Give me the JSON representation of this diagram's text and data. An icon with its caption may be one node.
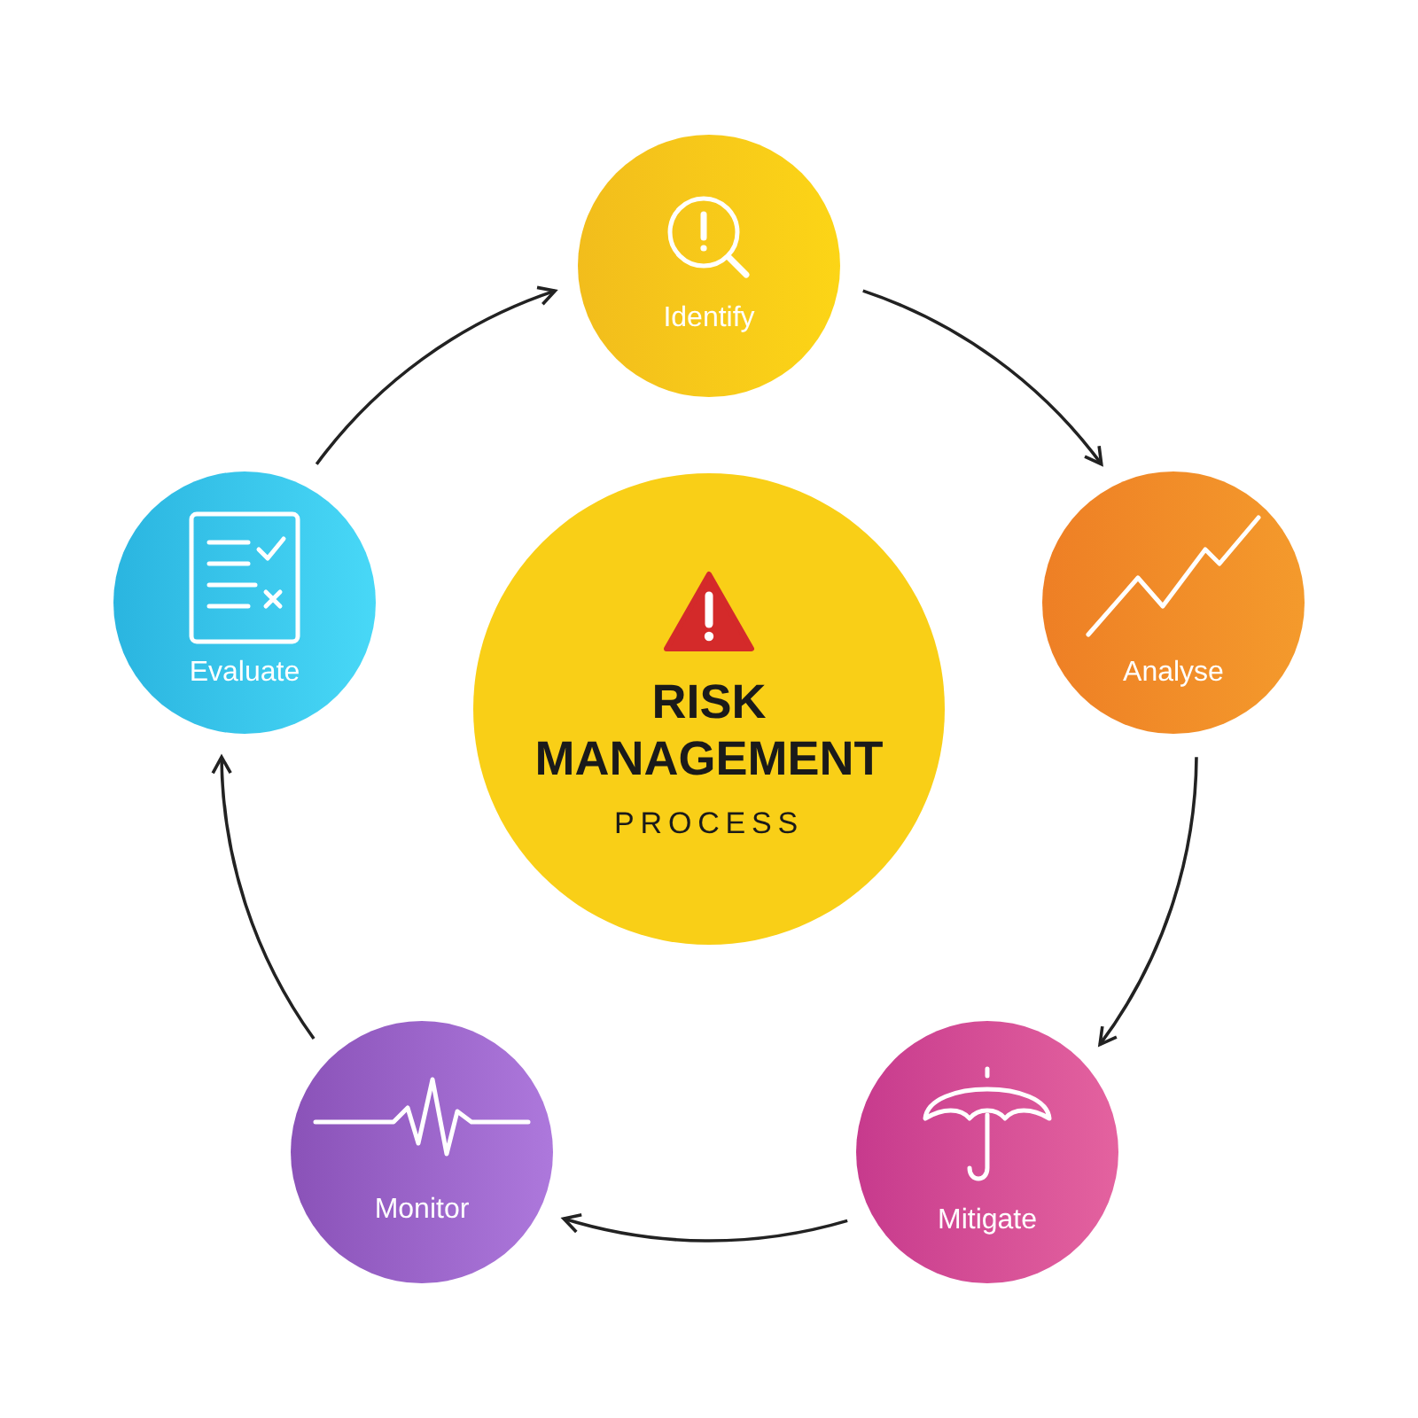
{
  "diagram": {
    "nodes": [
      {
        "text": [
          "RISK MANAGEMENT",
          "PROCESS"
        ]
      },
      {
        "text": [
          "Identify"
        ]
      },
      {
        "text": [
          "Analyse"
        ]
      },
      {
        "text": [
          "Mitigate"
        ]
      },
      {
        "text": [
          "Monitor"
        ]
      },
      {
        "text": [
          "Evaluate"
        ]
      }
    ],
    "edges": [
      {
        "from": 1,
        "to": 2,
        "arrow": "to"
      },
      {
        "from": 2,
        "to": 3,
        "arrow": "to"
      },
      {
        "from": 3,
        "to": 4,
        "arrow": "to"
      },
      {
        "from": 4,
        "to": 5,
        "arrow": "to"
      },
      {
        "from": 5,
        "to": 1,
        "arrow": "to"
      }
    ]
  }
}
